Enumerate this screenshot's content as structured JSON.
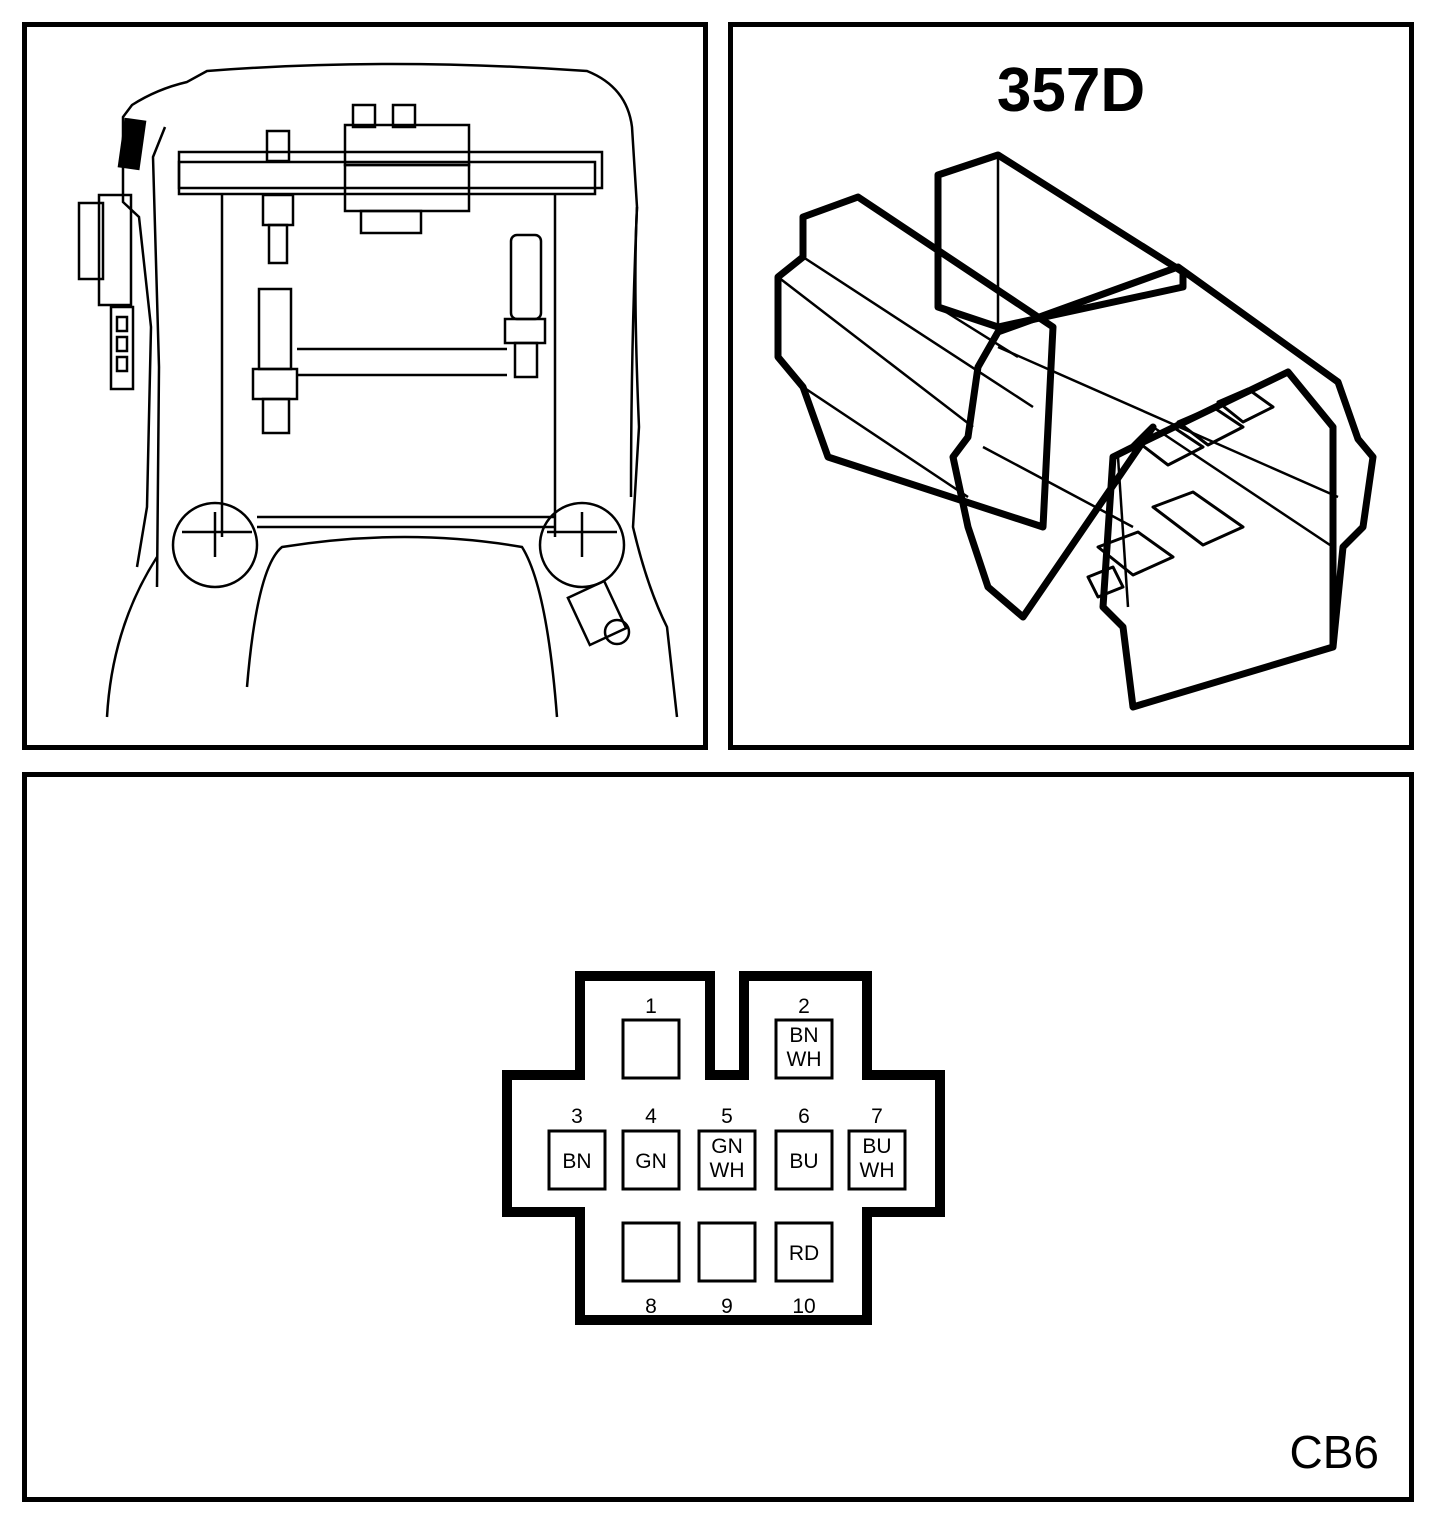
{
  "connector": {
    "id": "357D",
    "diagram_code": "CB6"
  },
  "pins": [
    {
      "number": "1",
      "colors": []
    },
    {
      "number": "2",
      "colors": [
        "BN",
        "WH"
      ]
    },
    {
      "number": "3",
      "colors": [
        "BN"
      ]
    },
    {
      "number": "4",
      "colors": [
        "GN"
      ]
    },
    {
      "number": "5",
      "colors": [
        "GN",
        "WH"
      ]
    },
    {
      "number": "6",
      "colors": [
        "BU"
      ]
    },
    {
      "number": "7",
      "colors": [
        "BU",
        "WH"
      ]
    },
    {
      "number": "8",
      "colors": []
    },
    {
      "number": "9",
      "colors": []
    },
    {
      "number": "10",
      "colors": [
        "RD"
      ]
    }
  ]
}
